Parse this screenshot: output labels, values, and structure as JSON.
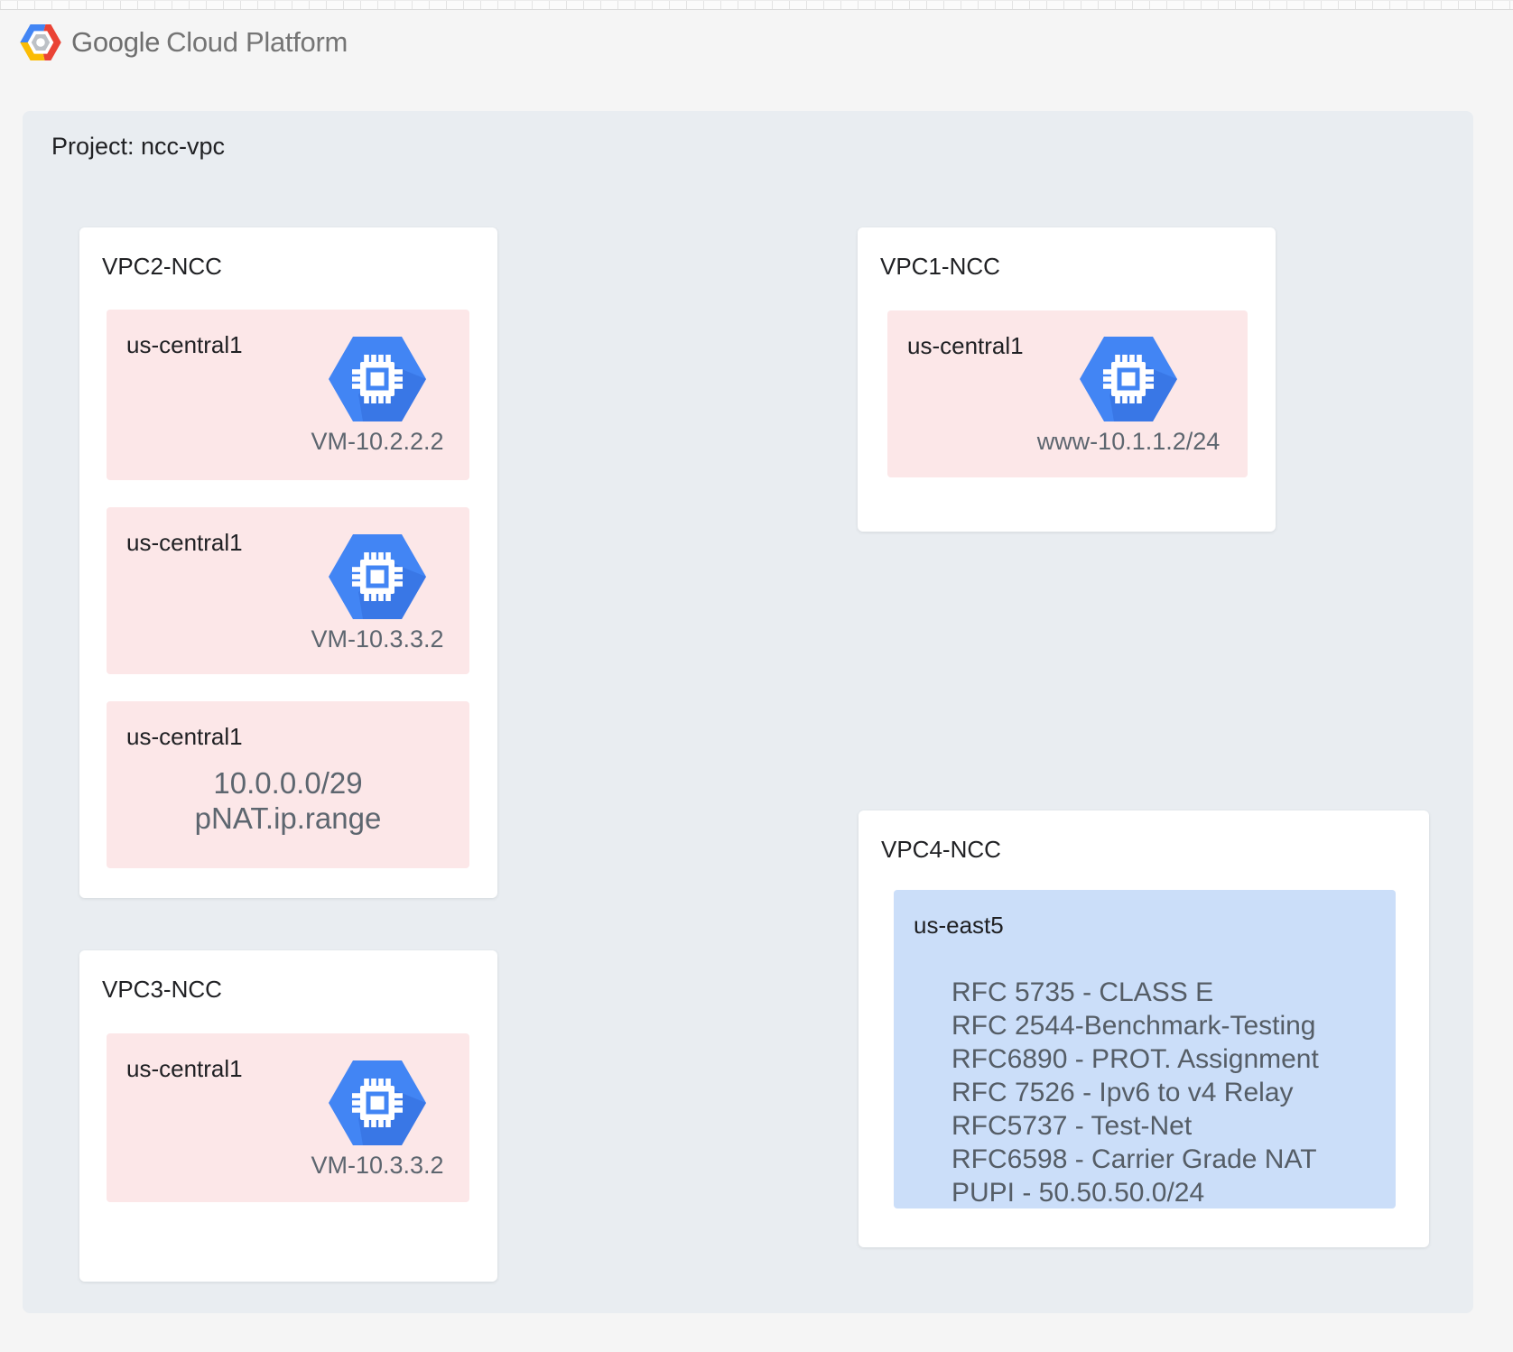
{
  "logo": {
    "brand": "Google",
    "suffix": "Cloud Platform"
  },
  "project": {
    "label": "Project: ncc-vpc"
  },
  "colors": {
    "canvas_bg": "#f5f5f5",
    "project_bg": "#e9edf1",
    "region_pink": "#fce7e8",
    "region_blue": "#cbdef9",
    "gce_blue": "#4285f4",
    "logo_blue": "#4285f4",
    "logo_red": "#ea4335",
    "logo_yellow": "#fbbc05"
  },
  "vpcs": [
    {
      "title": "VPC2-NCC",
      "regions": [
        {
          "label": "us-central1",
          "icon": "compute-engine-icon",
          "caption": "VM-10.2.2.2"
        },
        {
          "label": "us-central1",
          "icon": "compute-engine-icon",
          "caption": "VM-10.3.3.2"
        },
        {
          "label": "us-central1",
          "lines": [
            "10.0.0.0/29",
            "pNAT.ip.range"
          ]
        }
      ]
    },
    {
      "title": "VPC1-NCC",
      "regions": [
        {
          "label": "us-central1",
          "icon": "compute-engine-icon",
          "caption": "www-10.1.1.2/24"
        }
      ]
    },
    {
      "title": "VPC3-NCC",
      "regions": [
        {
          "label": "us-central1",
          "icon": "compute-engine-icon",
          "caption": "VM-10.3.3.2"
        }
      ]
    },
    {
      "title": "VPC4-NCC",
      "regions": [
        {
          "label": "us-east5",
          "lines": [
            "RFC 5735 - CLASS E",
            "RFC 2544-Benchmark-Testing",
            "RFC6890 - PROT. Assignment",
            "RFC 7526 - Ipv6 to v4 Relay",
            "RFC5737 - Test-Net",
            "RFC6598 - Carrier Grade NAT",
            "PUPI - 50.50.50.0/24"
          ]
        }
      ]
    }
  ]
}
